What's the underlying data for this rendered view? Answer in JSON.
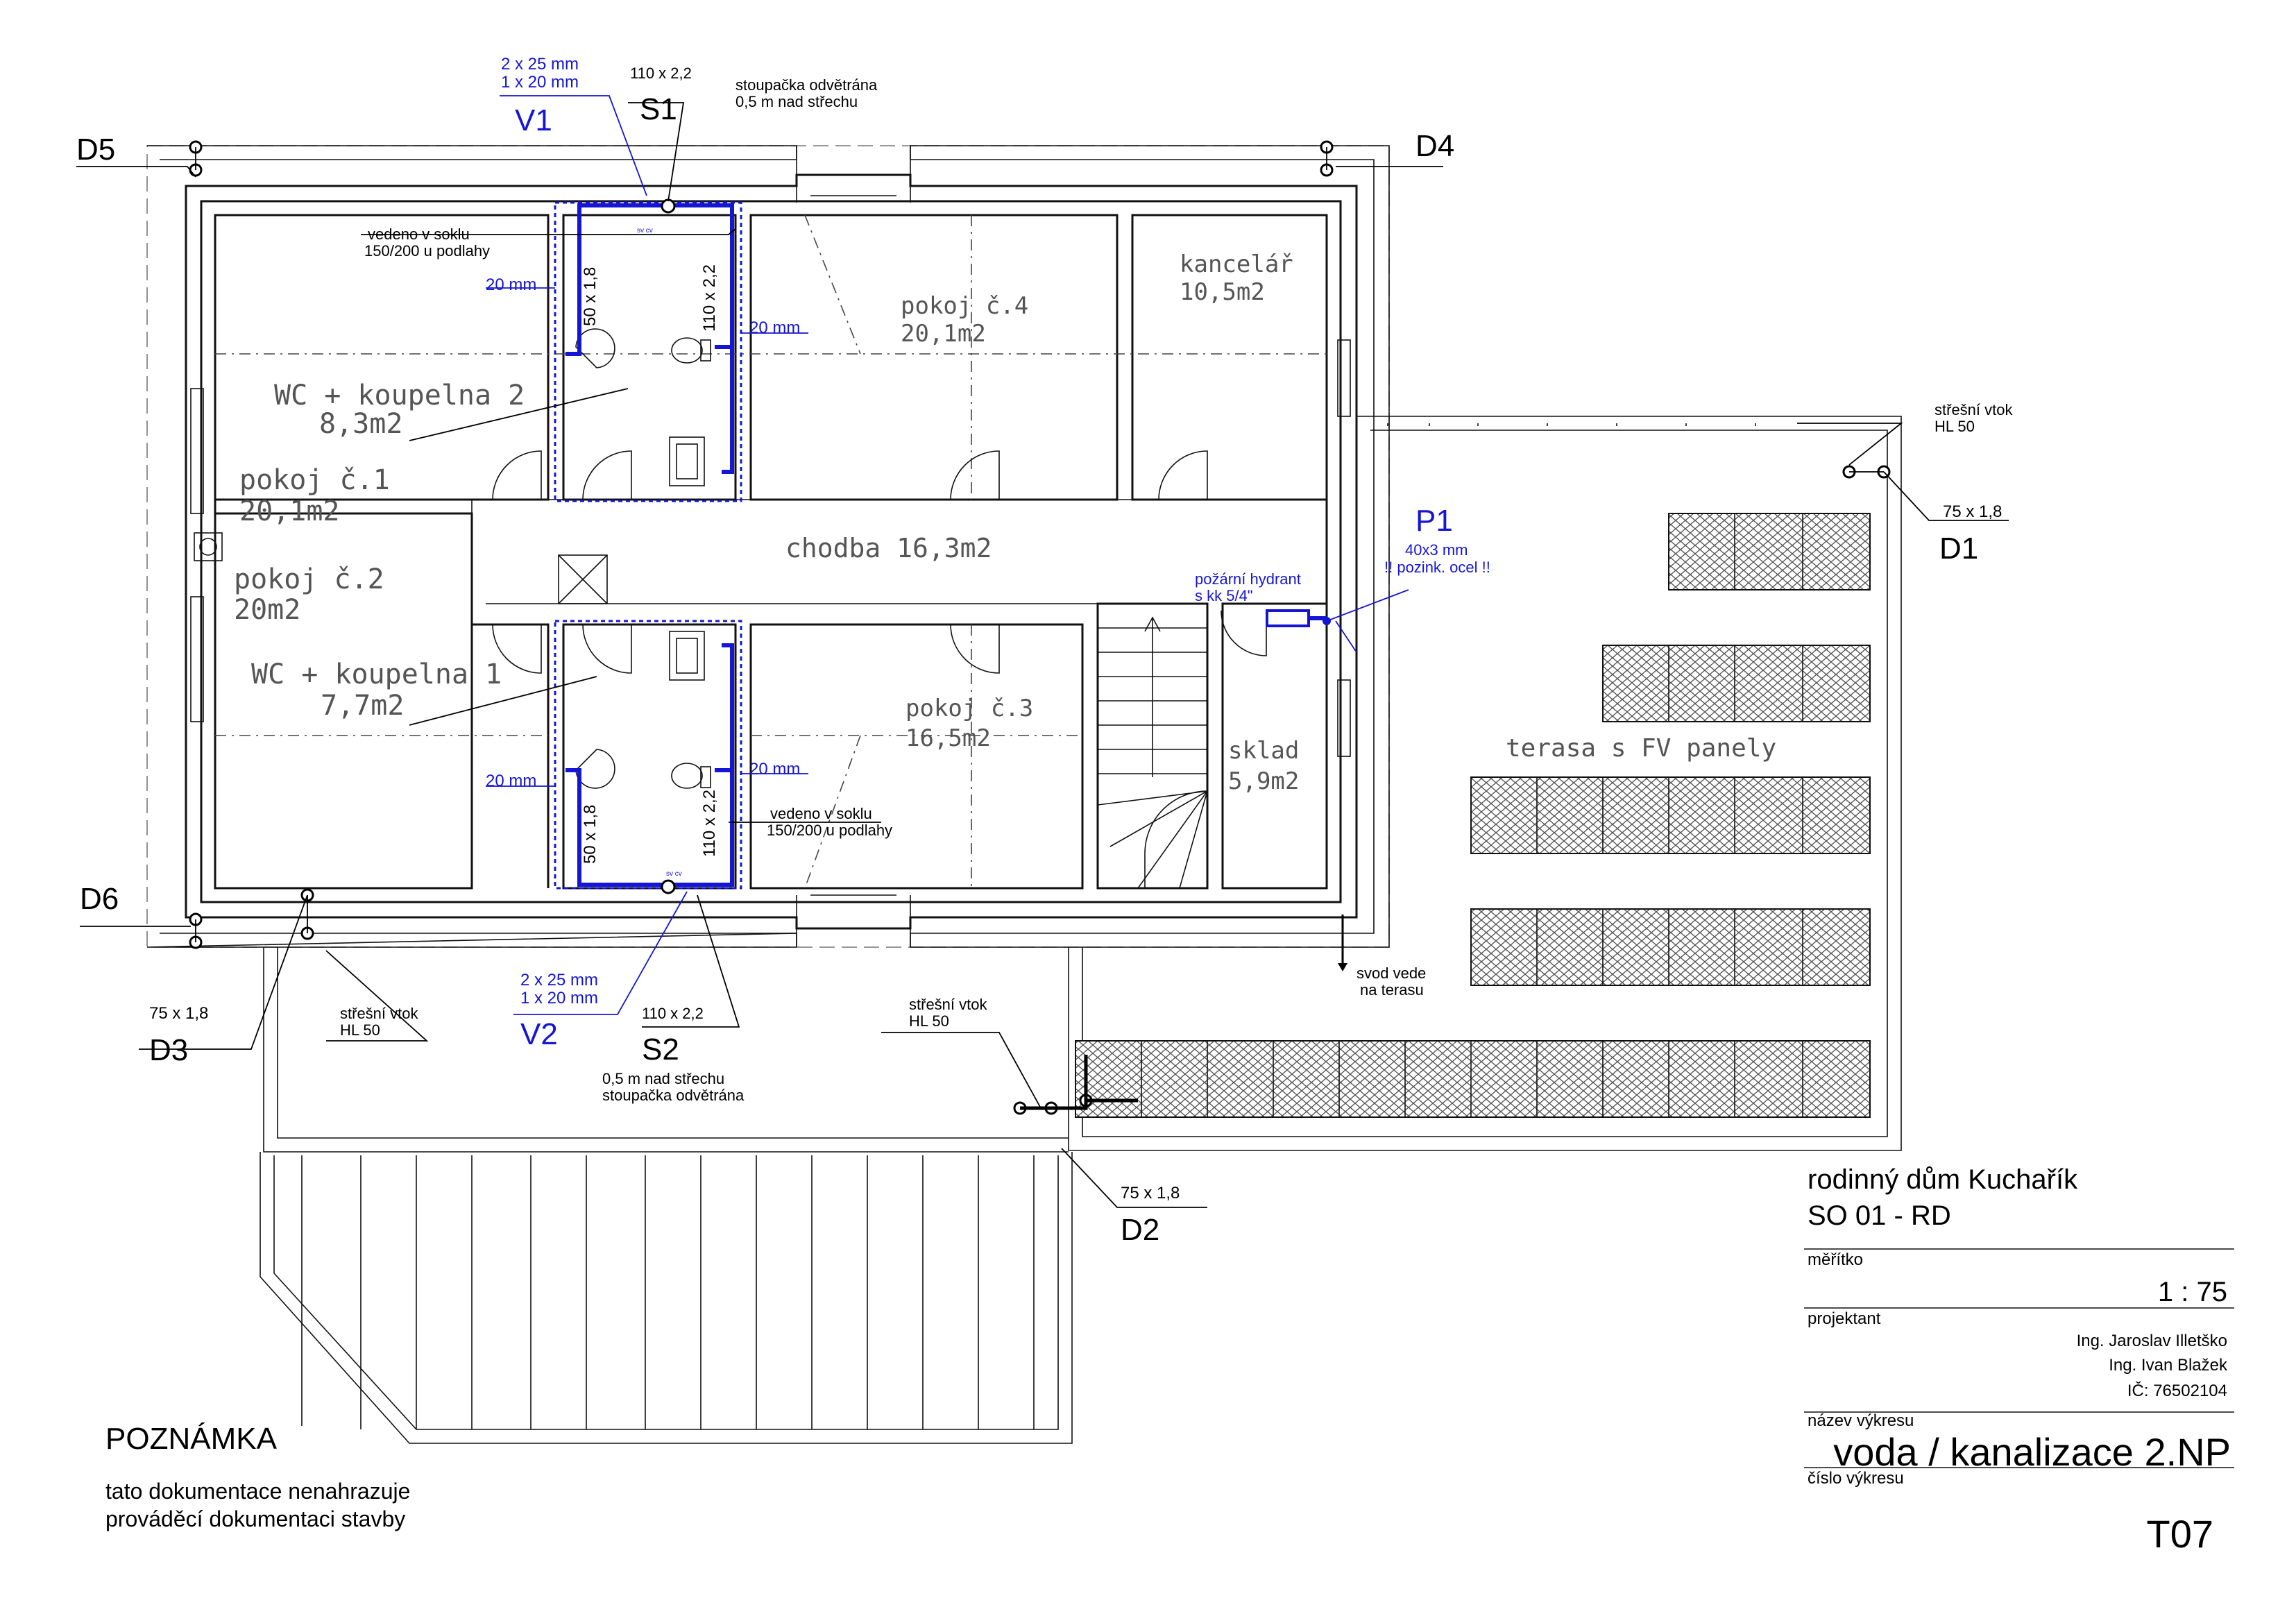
{
  "risers": {
    "v1": {
      "name": "V1",
      "line1": "2 x 25 mm",
      "line2": "1 x 20 mm"
    },
    "v2": {
      "name": "V2",
      "line1": "2 x 25 mm",
      "line2": "1 x 20 mm"
    },
    "s1": {
      "name": "S1",
      "size": "110 x 2,2",
      "note1": "stoupačka odvětrána",
      "note2": "0,5 m nad střechu"
    },
    "s2": {
      "name": "S2",
      "size": "110 x 2,2",
      "note1": "0,5 m nad střechu",
      "note2": "stoupačka odvětrána"
    },
    "p1": {
      "name": "P1",
      "size": "40x3 mm",
      "note": "!! pozink. ocel !!",
      "hydrant1": "požární hydrant",
      "hydrant2": "s kk 5/4\""
    }
  },
  "downpipes": {
    "d1": {
      "name": "D1",
      "size": "75 x 1,8"
    },
    "d2": {
      "name": "D2",
      "size": "75 x 1,8"
    },
    "d3": {
      "name": "D3",
      "size": "75 x 1,8"
    },
    "d4": {
      "name": "D4"
    },
    "d5": {
      "name": "D5"
    },
    "d6": {
      "name": "D6"
    }
  },
  "roof_inlets": {
    "label1": "střešní vtok",
    "label2": "HL 50"
  },
  "pipe_labels": {
    "baseboard1": "vedeno v soklu",
    "baseboard2": "150/200 u podlahy",
    "mm20": "20 mm",
    "p50": "50 x 1,8",
    "p110": "110 x 2,2",
    "svod1": "svod vede",
    "svod2": "na terasu",
    "fixture_small": "sv  cv"
  },
  "rooms": {
    "pokoj4_name": "pokoj č.4",
    "pokoj4_area": "20,1m2",
    "kancelar_name": "kancelář",
    "kancelar_area": "10,5m2",
    "wc2_name": "WC + koupelna 2",
    "wc2_area": "8,3m2",
    "pokoj1_name": "pokoj č.1",
    "pokoj1_area": "20,1m2",
    "chodba": "chodba 16,3m2",
    "pokoj2_name": "pokoj č.2",
    "pokoj2_area": "20m2",
    "wc1_name": "WC + koupelna 1",
    "wc1_area": "7,7m2",
    "pokoj3_name": "pokoj č.3",
    "pokoj3_area": "16,5m2",
    "sklad_name": "sklad",
    "sklad_area": "5,9m2",
    "terasa": "terasa s FV panely"
  },
  "title_block": {
    "project_line1": "rodinný dům Kuchařík",
    "project_line2": "SO 01 - RD",
    "scale_label": "měřítko",
    "scale_value": "1 : 75",
    "designer_label": "projektant",
    "designer1": "Ing. Jaroslav Illetško",
    "designer2": "Ing. Ivan Blažek",
    "ic": "IČ: 76502104",
    "drawing_name_label": "název výkresu",
    "drawing_name": "voda / kanalizace 2.NP",
    "drawing_number_label": "číslo výkresu",
    "drawing_number": "T07"
  },
  "note": {
    "heading": "POZNÁMKA",
    "line1": "tato dokumentace nenahrazuje",
    "line2": "prováděcí dokumentaci stavby"
  },
  "colors": {
    "water": "#1515d6",
    "lines": "#111111",
    "room_text": "#555555"
  }
}
